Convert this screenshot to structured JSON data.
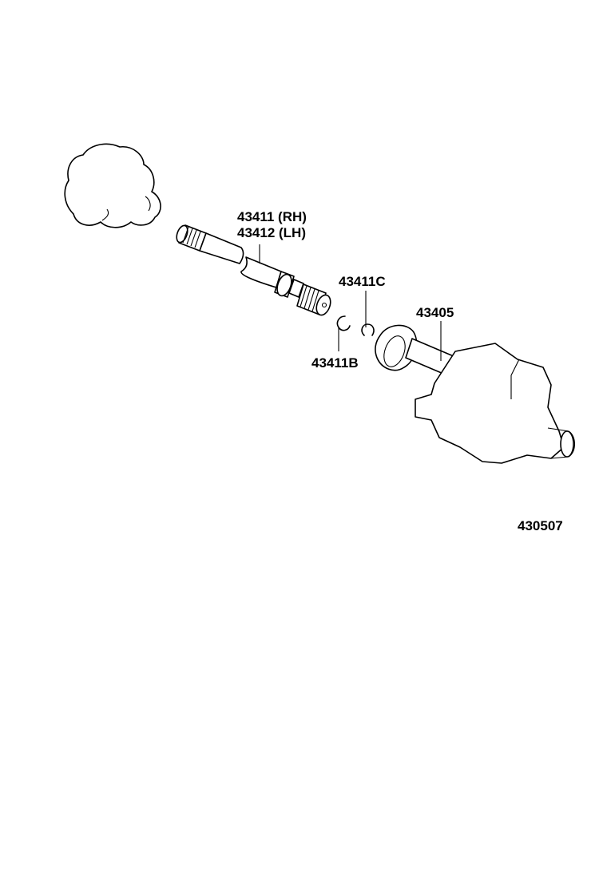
{
  "parts": [
    {
      "id": "shaft",
      "label_lines": [
        "43411 (RH)",
        "43412 (LH)"
      ]
    },
    {
      "id": "ring_c",
      "label": "43411C"
    },
    {
      "id": "ring_b",
      "label": "43411B"
    },
    {
      "id": "joint",
      "label": "43405"
    }
  ],
  "figure_code": "430507"
}
